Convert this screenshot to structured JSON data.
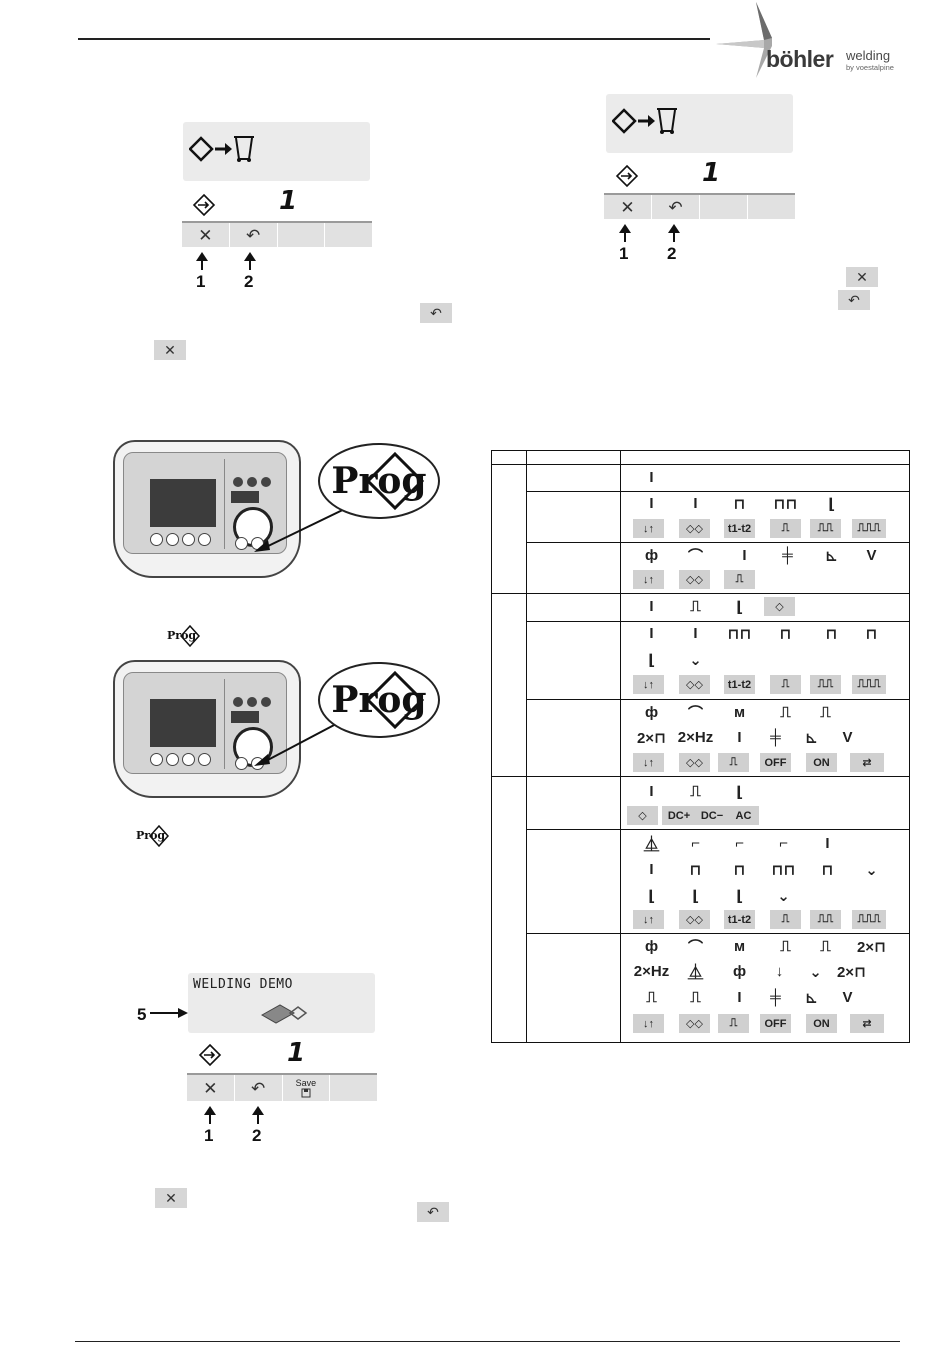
{
  "brand": {
    "name": "böhler",
    "word": "welding",
    "sub": "by voestalpine"
  },
  "lcd_top_left": {
    "segment_value": "1",
    "keys": [
      "✕",
      "↶",
      "",
      ""
    ],
    "callouts": [
      "1",
      "2"
    ]
  },
  "lcd_top_right": {
    "segment_value": "1",
    "keys": [
      "✕",
      "↶",
      "",
      ""
    ],
    "callouts": [
      "1",
      "2"
    ]
  },
  "lcd_demo": {
    "title": "WELDING DEMO",
    "segment_value": "1",
    "pointer_label": "5",
    "keys": [
      "✕",
      "↶",
      "Save",
      ""
    ],
    "callouts": [
      "1",
      "2"
    ]
  },
  "prog_label": "Prog",
  "inline_keys": {
    "cancel": "✕",
    "back": "↶"
  },
  "table": {
    "row1": [
      "I",
      "",
      "",
      "",
      "",
      ""
    ],
    "dc_tiles": [
      "DC+",
      "DC−",
      "AC"
    ]
  },
  "icons": {
    "program": "program-diamond-icon",
    "delete": "trash-bin-icon",
    "cancel": "cancel-x-icon",
    "back": "undo-arrow-icon",
    "save": "save-disk-icon",
    "chip": "memory-chip-icon"
  }
}
